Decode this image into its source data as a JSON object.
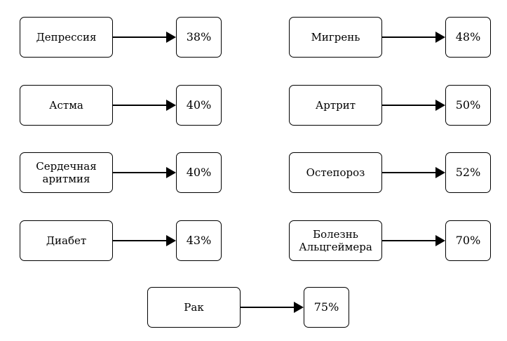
{
  "diagram": {
    "items": [
      {
        "label": "Депрессия",
        "value": "38%"
      },
      {
        "label": "Астма",
        "value": "40%"
      },
      {
        "label": "Сердечная аритмия",
        "value": "40%"
      },
      {
        "label": "Диабет",
        "value": "43%"
      },
      {
        "label": "Мигрень",
        "value": "48%"
      },
      {
        "label": "Артрит",
        "value": "50%"
      },
      {
        "label": "Остепороз",
        "value": "52%"
      },
      {
        "label": "Болезнь Альцгеймера",
        "value": "70%"
      },
      {
        "label": "Рак",
        "value": "75%"
      }
    ]
  }
}
